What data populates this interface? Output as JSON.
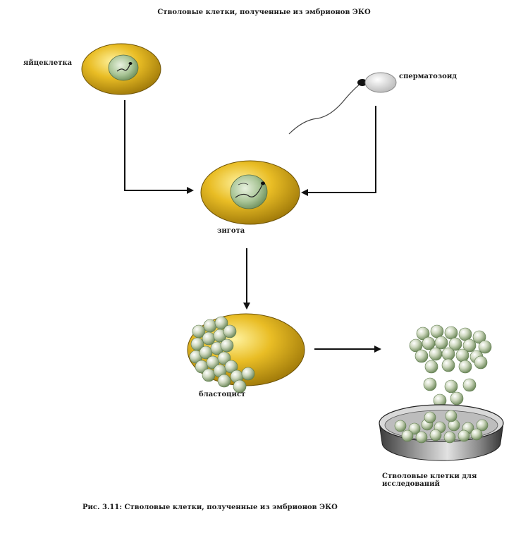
{
  "title": "Стволовые клетки, полученные из эмбрионов ЭКО",
  "labels": {
    "egg": "яйцеклетка",
    "sperm": "сперматозоид",
    "zygote": "зигота",
    "blastocyst": "бластоцист",
    "dish": "Стволовые клетки для исследований"
  },
  "caption": "Рис. 3.11: Стволовые клетки, полученные из эмбрионов ЭКО",
  "colors": {
    "cell_yellow": "#e3b21a",
    "nucleus": "#9fc08c",
    "stem_cell": "#c9d8b4",
    "arrow": "#111111"
  }
}
